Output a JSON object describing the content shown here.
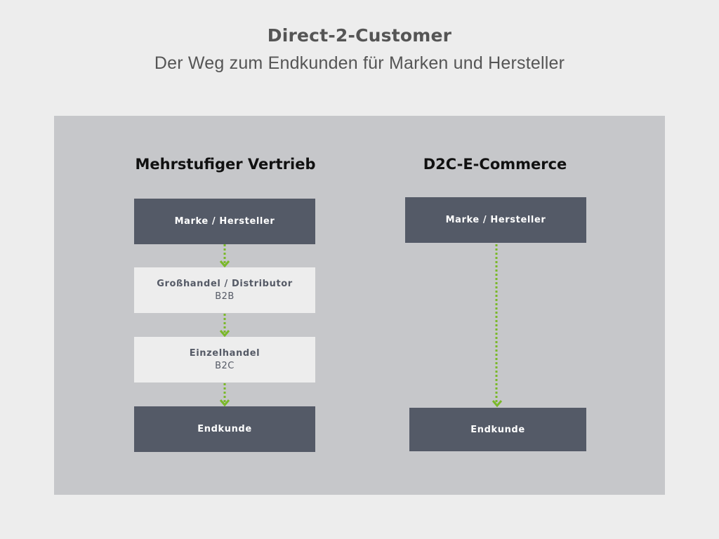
{
  "header": {
    "title": "Direct-2-Customer",
    "subtitle": "Der Weg zum Endkunden für Marken und Hersteller"
  },
  "colors": {
    "background": "#ededed",
    "panel": "#c6c7ca",
    "dark_box": "#545a67",
    "light_box": "#ededed",
    "arrow": "#7ab829",
    "title_text": "#555555"
  },
  "columns": [
    {
      "title": "Mehrstufiger Vertrieb",
      "steps": [
        {
          "label": "Marke / Hersteller",
          "sub": "",
          "style": "dark"
        },
        {
          "label": "Großhandel / Distributor",
          "sub": "B2B",
          "style": "light"
        },
        {
          "label": "Einzelhandel",
          "sub": "B2C",
          "style": "light"
        },
        {
          "label": "Endkunde",
          "sub": "",
          "style": "dark"
        }
      ]
    },
    {
      "title": "D2C-E-Commerce",
      "steps": [
        {
          "label": "Marke / Hersteller",
          "sub": "",
          "style": "dark"
        },
        {
          "label": "Endkunde",
          "sub": "",
          "style": "dark"
        }
      ]
    }
  ],
  "icons": {
    "arrow": "dotted-arrow-down-icon"
  }
}
